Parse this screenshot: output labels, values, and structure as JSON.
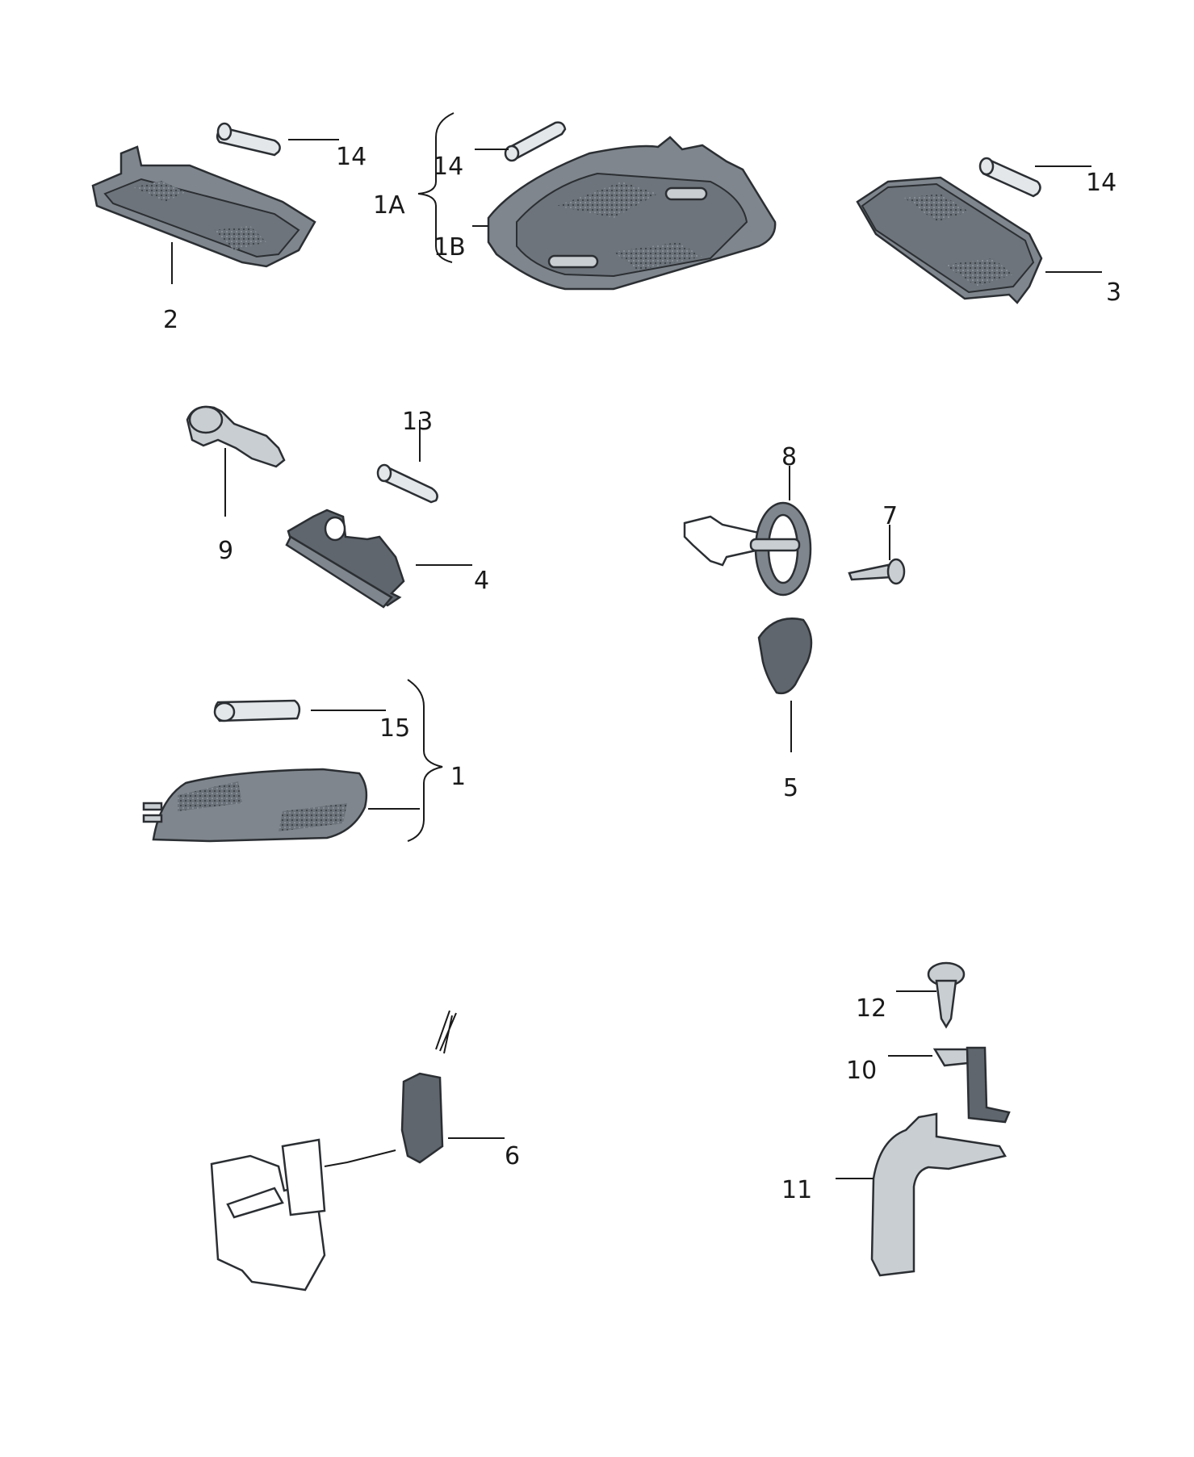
{
  "callouts": {
    "c14a": "14",
    "c14b": "14",
    "c14c": "14",
    "c1A": "1A",
    "c1B": "1B",
    "c2": "2",
    "c3": "3",
    "c13": "13",
    "c9": "9",
    "c4": "4",
    "c8": "8",
    "c7": "7",
    "c5": "5",
    "c15": "15",
    "c1": "1",
    "c6": "6",
    "c12": "12",
    "c10": "10",
    "c11": "11"
  },
  "colors": {
    "part_fill": "#7f868d",
    "outline": "#2b2f33",
    "background": "#ffffff"
  }
}
